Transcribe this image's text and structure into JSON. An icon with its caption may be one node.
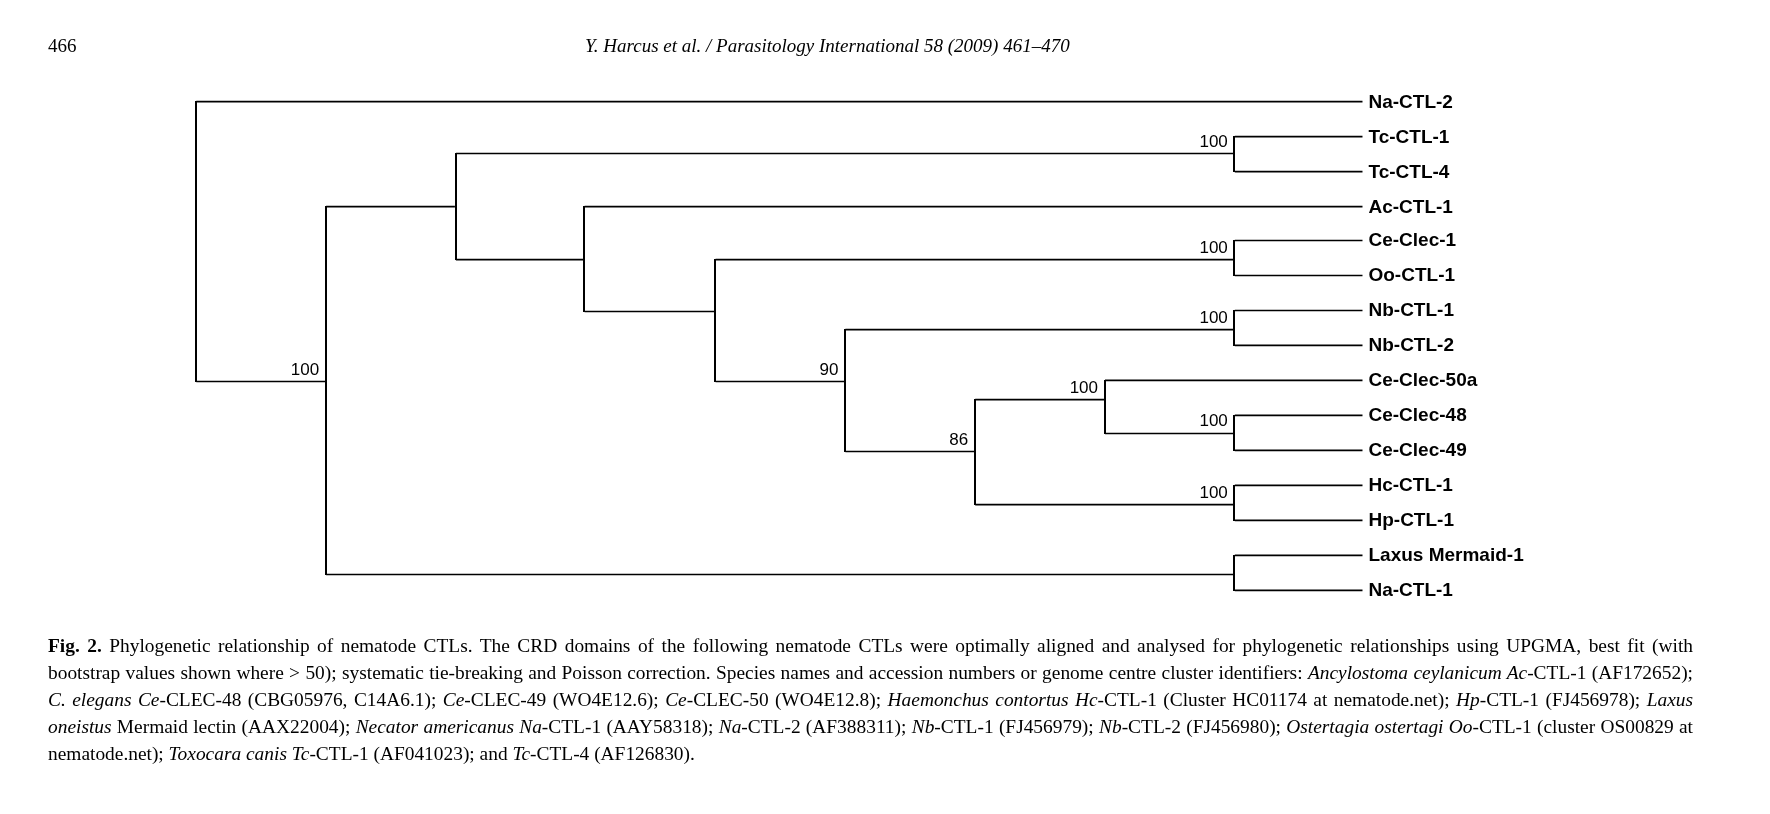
{
  "diagram": {
    "caption": "**Fig. 2.** Phylogenetic relationship of nematode CTLs. The CRD domains of the following nematode CTLs were optimally aligned and analysed for phylogenetic relationships using UPGMA, best fit (with bootstrap values shown where > 50); systematic tie-breaking and Poisson correction. Species names and accession numbers or genome centre cluster identifiers: *Ancylostoma ceylanicum Ac*-CTL-1 (AF172652); *C. elegans Ce*-CLEC-48 (CBG05976, C14A6.1); *Ce*-CLEC-49 (WO4E12.6); *Ce*-CLEC-50 (WO4E12.8); *Haemonchus contortus Hc*-CTL-1 (Cluster HC01174 at nematode.net); *Hp*-CTL-1 (FJ456978); *Laxus oneistus* Mermaid lectin (AAX22004); *Necator americanus Na*-CTL-1 (AAY58318); *Na*-CTL-2 (AF388311); *Nb*-CTL-1 (FJ456979); *Nb*-CTL-2 (FJ456980); *Ostertagia ostertagi Oo*-CTL-1 (cluster OS00829 at nematode.net); *Toxocara canis Tc*-CTL-1 (AF041023); and *Tc*-CTL-4 (AF126830).",
    "nodes": [
      {
        "text": [],
        "shape": "bar"
      },
      {
        "text": [
          "Na-CTL-2"
        ]
      },
      {
        "text": [],
        "shape": "bar",
        "beside": [
          "100"
        ]
      },
      {
        "text": [],
        "shape": "bar"
      },
      {
        "text": [],
        "shape": "bar",
        "beside": [
          "100"
        ]
      },
      {
        "text": [
          "Tc-CTL-1"
        ]
      },
      {
        "text": [
          "Tc-CTL-4"
        ]
      },
      {
        "text": [],
        "shape": "bar"
      },
      {
        "text": [
          "Ac-CTL-1"
        ]
      },
      {
        "text": [],
        "shape": "bar"
      },
      {
        "text": [],
        "shape": "bar",
        "beside": [
          "100"
        ]
      },
      {
        "text": [
          "Ce-Clec-1"
        ]
      },
      {
        "text": [
          "Oo-CTL-1"
        ]
      },
      {
        "text": [],
        "shape": "bar",
        "beside": [
          "90"
        ]
      },
      {
        "text": [],
        "shape": "bar",
        "beside": [
          "100"
        ]
      },
      {
        "text": [
          "Nb-CTL-1"
        ]
      },
      {
        "text": [
          "Nb-CTL-2"
        ]
      },
      {
        "text": [],
        "shape": "bar",
        "beside": [
          "86"
        ]
      },
      {
        "text": [],
        "shape": "bar",
        "beside": [
          "100"
        ]
      },
      {
        "text": [
          "Ce-Clec-50a"
        ]
      },
      {
        "text": [],
        "shape": "bar",
        "beside": [
          "100"
        ]
      },
      {
        "text": [
          "Ce-Clec-48"
        ]
      },
      {
        "text": [
          "Ce-Clec-49"
        ]
      },
      {
        "text": [],
        "shape": "bar",
        "beside": [
          "100"
        ]
      },
      {
        "text": [
          "Hc-CTL-1"
        ]
      },
      {
        "text": [
          "Hp-CTL-1"
        ]
      },
      {
        "text": [],
        "shape": "bar"
      },
      {
        "text": [
          "Laxus Mermaid-1"
        ]
      },
      {
        "text": [
          "Na-CTL-1"
        ]
      }
    ],
    "edges": [
      {
        "from": 0,
        "to": 1,
        "arrow": "none"
      },
      {
        "from": 0,
        "to": 2,
        "arrow": "none"
      },
      {
        "from": 2,
        "to": 3,
        "arrow": "none"
      },
      {
        "from": 2,
        "to": 26,
        "arrow": "none"
      },
      {
        "from": 3,
        "to": 4,
        "arrow": "none"
      },
      {
        "from": 3,
        "to": 7,
        "arrow": "none"
      },
      {
        "from": 4,
        "to": 5,
        "arrow": "none"
      },
      {
        "from": 4,
        "to": 6,
        "arrow": "none"
      },
      {
        "from": 7,
        "to": 8,
        "arrow": "none"
      },
      {
        "from": 7,
        "to": 9,
        "arrow": "none"
      },
      {
        "from": 9,
        "to": 10,
        "arrow": "none"
      },
      {
        "from": 9,
        "to": 13,
        "arrow": "none"
      },
      {
        "from": 10,
        "to": 11,
        "arrow": "none"
      },
      {
        "from": 10,
        "to": 12,
        "arrow": "none"
      },
      {
        "from": 13,
        "to": 14,
        "arrow": "none"
      },
      {
        "from": 13,
        "to": 17,
        "arrow": "none"
      },
      {
        "from": 14,
        "to": 15,
        "arrow": "none"
      },
      {
        "from": 14,
        "to": 16,
        "arrow": "none"
      },
      {
        "from": 17,
        "to": 18,
        "arrow": "none"
      },
      {
        "from": 17,
        "to": 23,
        "arrow": "none"
      },
      {
        "from": 18,
        "to": 19,
        "arrow": "none"
      },
      {
        "from": 18,
        "to": 20,
        "arrow": "none"
      },
      {
        "from": 20,
        "to": 21,
        "arrow": "none"
      },
      {
        "from": 20,
        "to": 22,
        "arrow": "none"
      },
      {
        "from": 23,
        "to": 24,
        "arrow": "none"
      },
      {
        "from": 23,
        "to": 25,
        "arrow": "none"
      },
      {
        "from": 26,
        "to": 27,
        "arrow": "none"
      },
      {
        "from": 26,
        "to": 28,
        "arrow": "none"
      }
    ],
    "labels": [
      "466",
      "Y. Harcus et al. / Parasitology International 58 (2009) 461–470"
    ]
  }
}
